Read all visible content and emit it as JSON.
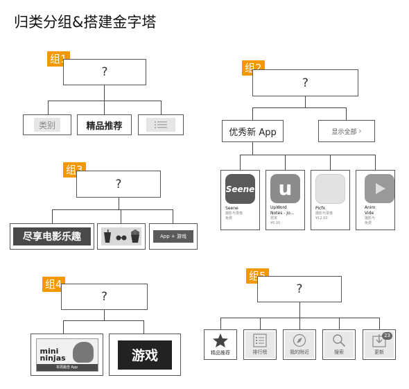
{
  "title": "归类分组&搭建金字塔",
  "groups": {
    "g1": {
      "tag": "组1",
      "question": "?",
      "items": {
        "category": "类别",
        "featured": "精品推荐"
      }
    },
    "g2": {
      "tag": "组2",
      "question": "?",
      "section": "优秀新 App",
      "show_all": "显示全部",
      "apps": [
        {
          "icon_text": "Seene",
          "name": "Seene",
          "sub1": "摄影与录像",
          "sub2": "免费"
        },
        {
          "icon_text": "u",
          "name": "UpWord",
          "name2": "Notes - Jo...",
          "sub1": "效率",
          "sub2": "¥6.00"
        },
        {
          "icon_text": "",
          "name": "Picfx",
          "sub1": "摄影与录像",
          "sub2": "¥12.00"
        },
        {
          "icon_text": "",
          "name": "Anim",
          "name2": "Vide",
          "sub1": "摄影与",
          "sub2": "免费"
        }
      ]
    },
    "g3": {
      "tag": "组3",
      "question": "?",
      "banner": "尽享电影乐趣",
      "app_game": "App + 游戏"
    },
    "g4": {
      "tag": "组4",
      "question": "?",
      "promo_title": "mini ninjas",
      "promo_sub": "本周最佳 App",
      "games": "游戏"
    },
    "g5": {
      "tag": "组5",
      "question": "?",
      "tabs": [
        {
          "label": "精品推荐",
          "icon": "star-icon"
        },
        {
          "label": "排行榜",
          "icon": "list-icon"
        },
        {
          "label": "我的附近",
          "icon": "compass-icon"
        },
        {
          "label": "搜索",
          "icon": "search-icon"
        },
        {
          "label": "更新",
          "icon": "download-icon",
          "badge": "23"
        }
      ]
    }
  },
  "colors": {
    "tag": "#f39800",
    "line": "#444444"
  }
}
